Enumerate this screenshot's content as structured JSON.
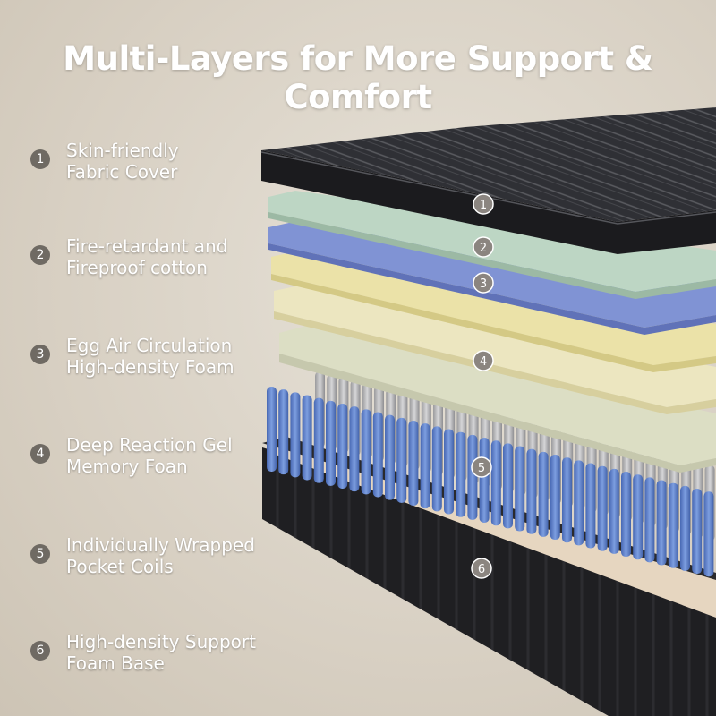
{
  "title": "Multi-Layers for More Support & Comfort",
  "layers": [
    {
      "number": "1",
      "line1": "Skin-friendly",
      "line2": "Fabric Cover"
    },
    {
      "number": "2",
      "line1": "Fire-retardant and",
      "line2": "Fireproof cotton"
    },
    {
      "number": "3",
      "line1": "Egg Air Circulation",
      "line2": "High-density Foam"
    },
    {
      "number": "4",
      "line1": "Deep Reaction Gel",
      "line2": "Memory Foan"
    },
    {
      "number": "5",
      "line1": "Individually Wrapped",
      "line2": "Pocket Coils"
    },
    {
      "number": "6",
      "line1": "High-density Support",
      "line2": "Foam Base"
    }
  ],
  "markers": [
    "1",
    "2",
    "3",
    "4",
    "5",
    "6"
  ],
  "colors": {
    "cover": "#2b2c30",
    "green_layer": "#b9d3c0",
    "blue_layer": "#7c8fd2",
    "yellow_layer": "#ebe2a8",
    "gel_layer": "#dcdec4",
    "coils_blue": "#5c7fc9",
    "coils_gray": "#b8b8ba",
    "base": "#1e1e20",
    "badge": "#6f6a63"
  }
}
